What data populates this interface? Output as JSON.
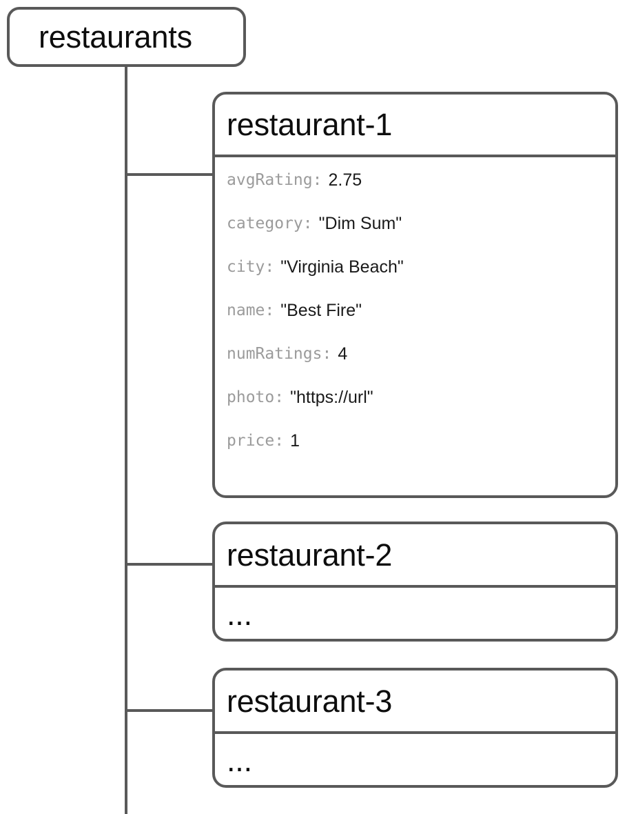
{
  "diagram": {
    "type": "firestore-data-model-tree",
    "root": {
      "label": "restaurants",
      "kind": "collection"
    },
    "documents": [
      {
        "title": "restaurant-1",
        "kind": "document",
        "fields": [
          {
            "key": "avgRating",
            "separator": ":",
            "value": "2.75"
          },
          {
            "key": "category",
            "separator": ":",
            "value": "\"Dim Sum\""
          },
          {
            "key": "city",
            "separator": ":",
            "value": "\"Virginia Beach\""
          },
          {
            "key": "name",
            "separator": ":",
            "value": "\"Best Fire\""
          },
          {
            "key": "numRatings",
            "separator": ":",
            "value": "4"
          },
          {
            "key": "photo",
            "separator": ":",
            "value": "\"https://url\""
          },
          {
            "key": "price",
            "separator": ":",
            "value": "1"
          }
        ]
      },
      {
        "title": "restaurant-2",
        "kind": "document",
        "body_placeholder": "...",
        "fields": []
      },
      {
        "title": "restaurant-3",
        "kind": "document",
        "body_placeholder": "...",
        "fields": []
      }
    ]
  },
  "colors": {
    "stroke": "#595959",
    "title_text": "#0d0d0d",
    "key_text": "#9b9b9b",
    "value_text": "#1a1a1a",
    "background": "#ffffff"
  }
}
